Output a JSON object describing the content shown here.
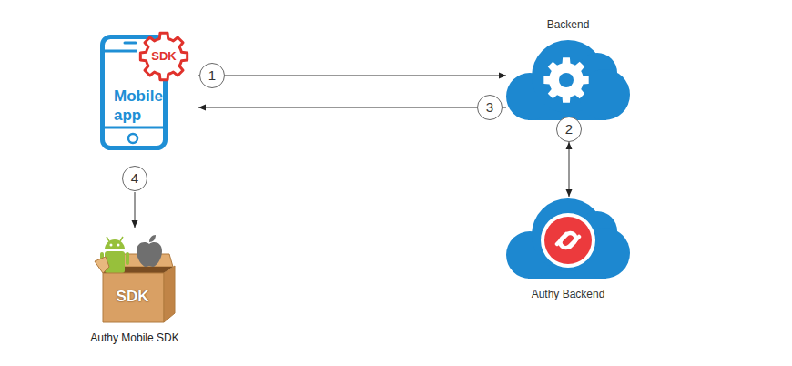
{
  "diagram": {
    "nodes": [
      {
        "text": [
          "Mobile app"
        ]
      },
      {
        "text": [
          "SDK"
        ],
        "in": 0
      },
      {
        "text": [
          "Backend"
        ]
      },
      {
        "text": [
          "Authy Backend"
        ]
      },
      {
        "text": [
          "SDK",
          "Authy Mobile SDK"
        ]
      }
    ],
    "edges": [
      {
        "from": 0,
        "to": 2,
        "arrow": "to",
        "label": "1"
      },
      {
        "from": 2,
        "to": 3,
        "arrow": "both",
        "label": "2"
      },
      {
        "from": 2,
        "to": 0,
        "arrow": "to",
        "label": "3"
      },
      {
        "from": 0,
        "to": 4,
        "arrow": "to",
        "label": "4"
      }
    ]
  }
}
